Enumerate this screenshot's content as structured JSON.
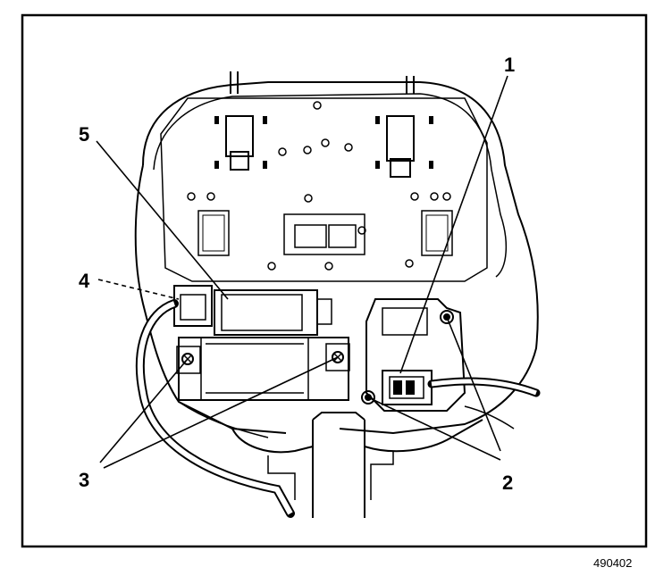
{
  "callouts": [
    {
      "id": "c1",
      "label": "1"
    },
    {
      "id": "c2",
      "label": "2"
    },
    {
      "id": "c3",
      "label": "3"
    },
    {
      "id": "c4",
      "label": "4"
    },
    {
      "id": "c5",
      "label": "5"
    }
  ],
  "figure_id": "490402",
  "colors": {
    "ink": "#000000",
    "paper": "#ffffff"
  }
}
